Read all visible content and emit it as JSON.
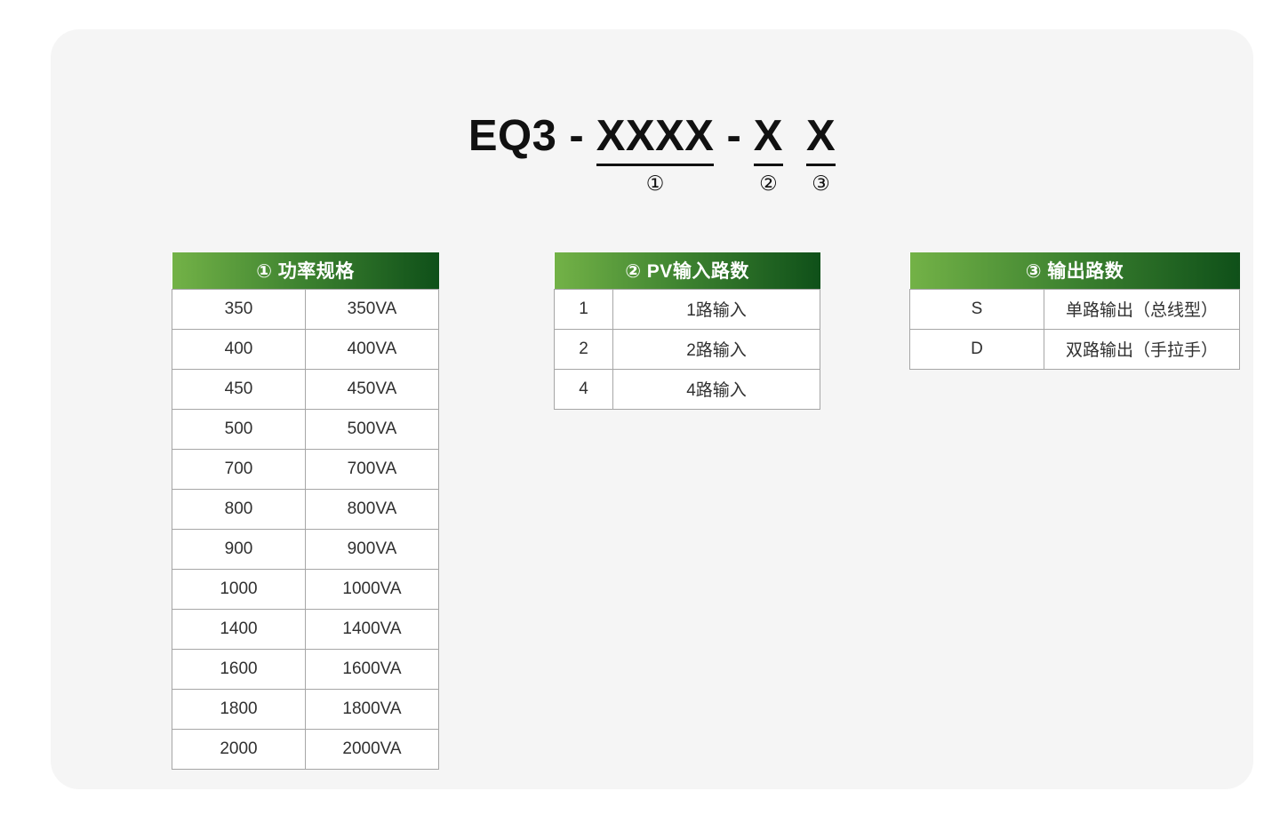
{
  "formula": {
    "tokens": [
      {
        "text": "EQ3",
        "underlined": false,
        "marker": ""
      },
      {
        "text": "-",
        "dash": true
      },
      {
        "text": "XXXX",
        "underlined": true,
        "marker": "①"
      },
      {
        "text": "-",
        "dash": true
      },
      {
        "text": "X",
        "underlined": true,
        "marker": "②"
      },
      {
        "text": "X",
        "underlined": true,
        "marker": "③"
      }
    ]
  },
  "tables": [
    {
      "id": "table-power",
      "header": "① 功率规格",
      "rows": [
        {
          "code": "350",
          "desc": "350VA"
        },
        {
          "code": "400",
          "desc": "400VA"
        },
        {
          "code": "450",
          "desc": "450VA"
        },
        {
          "code": "500",
          "desc": "500VA"
        },
        {
          "code": "700",
          "desc": "700VA"
        },
        {
          "code": "800",
          "desc": "800VA"
        },
        {
          "code": "900",
          "desc": "900VA"
        },
        {
          "code": "1000",
          "desc": "1000VA"
        },
        {
          "code": "1400",
          "desc": "1400VA"
        },
        {
          "code": "1600",
          "desc": "1600VA"
        },
        {
          "code": "1800",
          "desc": "1800VA"
        },
        {
          "code": "2000",
          "desc": "2000VA"
        }
      ]
    },
    {
      "id": "table-pv",
      "header": "② PV输入路数",
      "rows": [
        {
          "code": "1",
          "desc": "1路输入"
        },
        {
          "code": "2",
          "desc": "2路输入"
        },
        {
          "code": "4",
          "desc": "4路输入"
        }
      ]
    },
    {
      "id": "table-output",
      "header": "③ 输出路数",
      "rows": [
        {
          "code": "S",
          "desc": "单路输出（总线型）"
        },
        {
          "code": "D",
          "desc": "双路输出（手拉手）"
        }
      ]
    }
  ],
  "colors": {
    "page_background": "#ffffff",
    "card_background": "#f5f5f5",
    "header_gradient_start": "#73b247",
    "header_gradient_mid": "#3e8330",
    "header_gradient_end": "#0f5019",
    "border": "#a6a6a6",
    "text": "#303030",
    "title_text": "#111111"
  }
}
